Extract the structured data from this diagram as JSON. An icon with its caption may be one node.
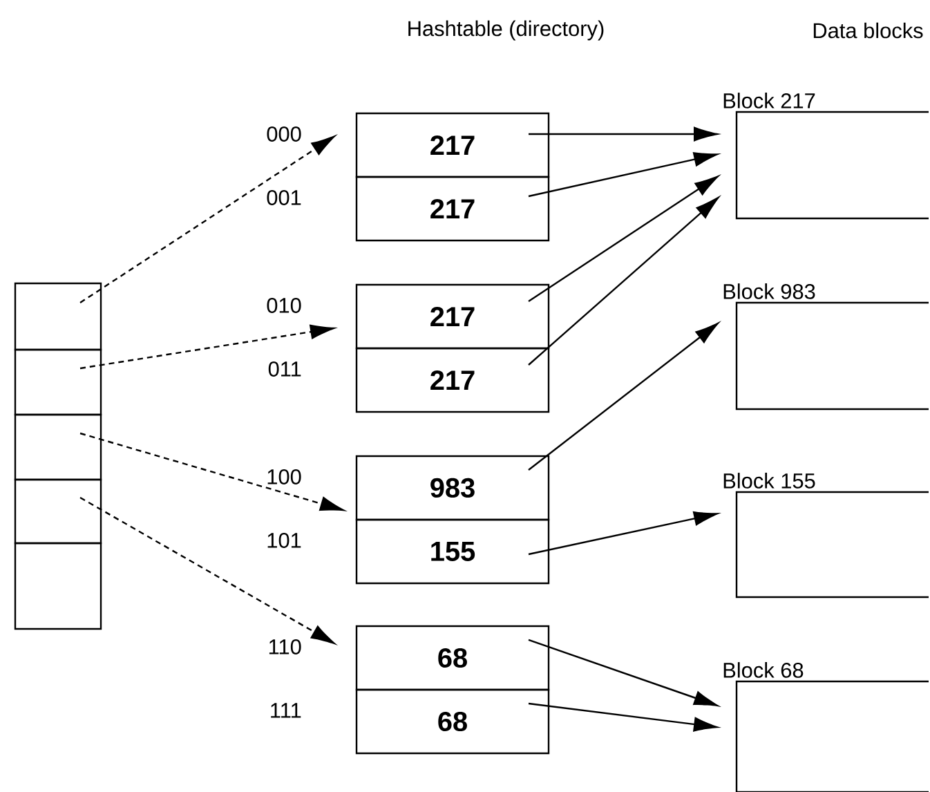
{
  "diagram": {
    "nodes": [
      {
        "text": [],
        "shape": "box"
      },
      {
        "text": [],
        "shape": "box"
      },
      {
        "text": [],
        "shape": "box"
      },
      {
        "text": [],
        "shape": "box"
      },
      {
        "text": [],
        "shape": "box"
      },
      {
        "text": [
          "217"
        ],
        "beside": [
          "000"
        ]
      },
      {
        "text": [
          "217"
        ],
        "beside": [
          "001"
        ]
      },
      {
        "text": [
          "217"
        ],
        "beside": [
          "010"
        ]
      },
      {
        "text": [
          "217"
        ],
        "beside": [
          "011"
        ]
      },
      {
        "text": [
          "983"
        ],
        "beside": [
          "100"
        ]
      },
      {
        "text": [
          "155"
        ],
        "beside": [
          "101"
        ]
      },
      {
        "text": [
          "68"
        ],
        "beside": [
          "110"
        ]
      },
      {
        "text": [
          "68"
        ],
        "beside": [
          "111"
        ]
      },
      {
        "text": [
          "Block 217"
        ]
      },
      {
        "text": [
          "Block 983"
        ]
      },
      {
        "text": [
          "Block 155"
        ]
      },
      {
        "text": [
          "Block 68"
        ]
      }
    ],
    "edges": [
      {
        "from": 0,
        "to": 5,
        "arrow": "to",
        "style": "dashed"
      },
      {
        "from": 1,
        "to": 7,
        "arrow": "to",
        "style": "dashed"
      },
      {
        "from": 2,
        "to": 9,
        "arrow": "to",
        "style": "dashed"
      },
      {
        "from": 3,
        "to": 11,
        "arrow": "to",
        "style": "dashed"
      },
      {
        "from": 5,
        "to": 13,
        "arrow": "to"
      },
      {
        "from": 6,
        "to": 13,
        "arrow": "to"
      },
      {
        "from": 7,
        "to": 13,
        "arrow": "to"
      },
      {
        "from": 8,
        "to": 13,
        "arrow": "to"
      },
      {
        "from": 9,
        "to": 14,
        "arrow": "to"
      },
      {
        "from": 10,
        "to": 15,
        "arrow": "to"
      },
      {
        "from": 11,
        "to": 16,
        "arrow": "to"
      },
      {
        "from": 12,
        "to": 16,
        "arrow": "to"
      }
    ],
    "labels": [
      "Hashtable (directory)",
      "Data blocks"
    ]
  }
}
